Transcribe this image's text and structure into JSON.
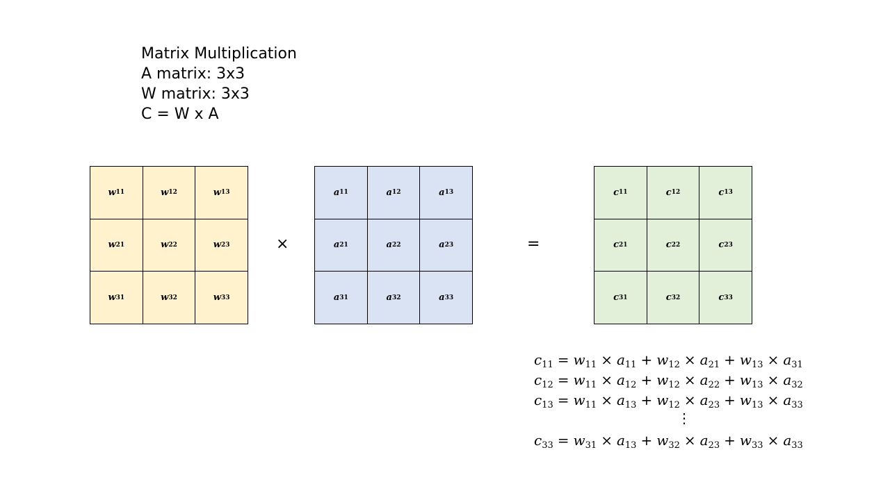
{
  "header": {
    "lines": [
      "Matrix Multiplication",
      "A matrix: 3x3",
      "W matrix: 3x3",
      "C = W x A"
    ]
  },
  "colors": {
    "w_fill": "#fff2cc",
    "a_fill": "#dae3f3",
    "c_fill": "#e2f0d9",
    "border": "#000000"
  },
  "matrices": {
    "w": {
      "symbol": "w",
      "subs": [
        "11",
        "12",
        "13",
        "21",
        "22",
        "23",
        "31",
        "32",
        "33"
      ]
    },
    "a": {
      "symbol": "a",
      "subs": [
        "11",
        "12",
        "13",
        "21",
        "22",
        "23",
        "31",
        "32",
        "33"
      ]
    },
    "c": {
      "symbol": "c",
      "subs": [
        "11",
        "12",
        "13",
        "21",
        "22",
        "23",
        "31",
        "32",
        "33"
      ]
    }
  },
  "operators": {
    "times": "×",
    "equals": "="
  },
  "equations": [
    [
      [
        "c",
        "11"
      ],
      "=",
      [
        "w",
        "11"
      ],
      "×",
      [
        "a",
        "11"
      ],
      "+",
      [
        "w",
        "12"
      ],
      "×",
      [
        "a",
        "21"
      ],
      "+",
      [
        "w",
        "13"
      ],
      "×",
      [
        "a",
        "31"
      ]
    ],
    [
      [
        "c",
        "12"
      ],
      "=",
      [
        "w",
        "11"
      ],
      "×",
      [
        "a",
        "12"
      ],
      "+",
      [
        "w",
        "12"
      ],
      "×",
      [
        "a",
        "22"
      ],
      "+",
      [
        "w",
        "13"
      ],
      "×",
      [
        "a",
        "32"
      ]
    ],
    [
      [
        "c",
        "13"
      ],
      "=",
      [
        "w",
        "11"
      ],
      "×",
      [
        "a",
        "13"
      ],
      "+",
      [
        "w",
        "12"
      ],
      "×",
      [
        "a",
        "23"
      ],
      "+",
      [
        "w",
        "13"
      ],
      "×",
      [
        "a",
        "33"
      ]
    ],
    "dots",
    [
      [
        "c",
        "33"
      ],
      "=",
      [
        "w",
        "31"
      ],
      "×",
      [
        "a",
        "13"
      ],
      "+",
      [
        "w",
        "32"
      ],
      "×",
      [
        "a",
        "23"
      ],
      "+",
      [
        "w",
        "33"
      ],
      "×",
      [
        "a",
        "33"
      ]
    ]
  ],
  "dots_symbol": "⋮"
}
